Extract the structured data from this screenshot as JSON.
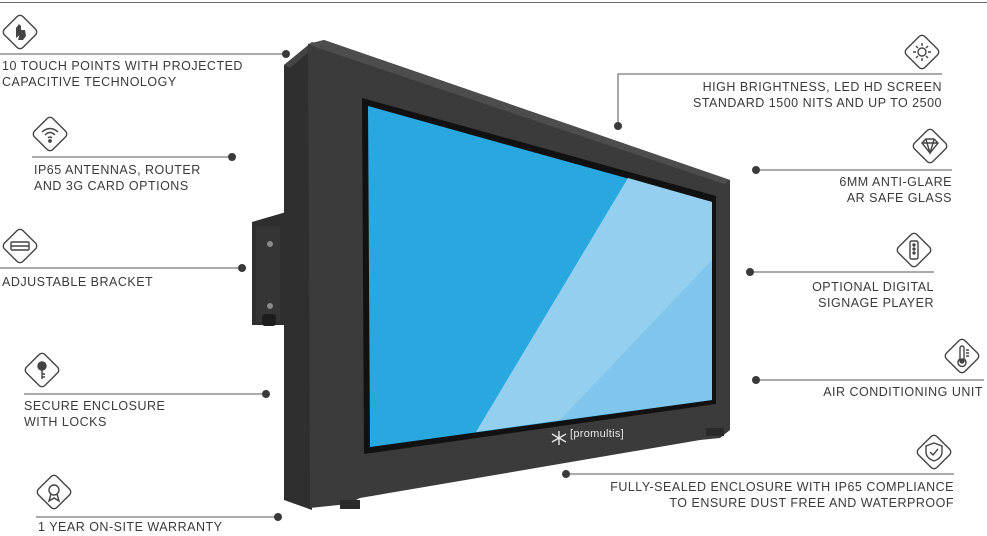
{
  "brand": {
    "name": "[promultis]"
  },
  "features": {
    "touch": {
      "line1": "10 TOUCH POINTS WITH PROJECTED",
      "line2": "CAPACITIVE TECHNOLOGY",
      "icon": "touch-hand-icon"
    },
    "antennas": {
      "line1": "IP65 ANTENNAS, ROUTER",
      "line2": "AND 3G CARD OPTIONS",
      "icon": "wifi-icon"
    },
    "bracket": {
      "line1": "ADJUSTABLE BRACKET",
      "icon": "bracket-icon"
    },
    "locks": {
      "line1": "SECURE ENCLOSURE",
      "line2": "WITH LOCKS",
      "icon": "key-icon"
    },
    "warranty": {
      "line1": "1 YEAR ON-SITE WARRANTY",
      "icon": "award-ribbon-icon"
    },
    "brightness": {
      "line1": "HIGH BRIGHTNESS, LED HD SCREEN",
      "line2": "STANDARD 1500 NITS AND UP TO 2500",
      "icon": "sun-icon"
    },
    "glass": {
      "line1": "6MM ANTI-GLARE",
      "line2": "AR SAFE GLASS",
      "icon": "diamond-icon"
    },
    "player": {
      "line1": "OPTIONAL DIGITAL",
      "line2": "SIGNAGE PLAYER",
      "icon": "media-player-icon"
    },
    "aircon": {
      "line1": "AIR CONDITIONING UNIT",
      "icon": "thermometer-icon"
    },
    "sealed": {
      "line1": "FULLY-SEALED ENCLOSURE WITH IP65 COMPLIANCE",
      "line2": "TO ENSURE DUST FREE AND WATERPROOF",
      "icon": "shield-check-icon"
    }
  },
  "colors": {
    "enclosure": "#3a3a3a",
    "screen": "#29a8e0",
    "line": "#555555",
    "icon_stroke": "#444444"
  }
}
